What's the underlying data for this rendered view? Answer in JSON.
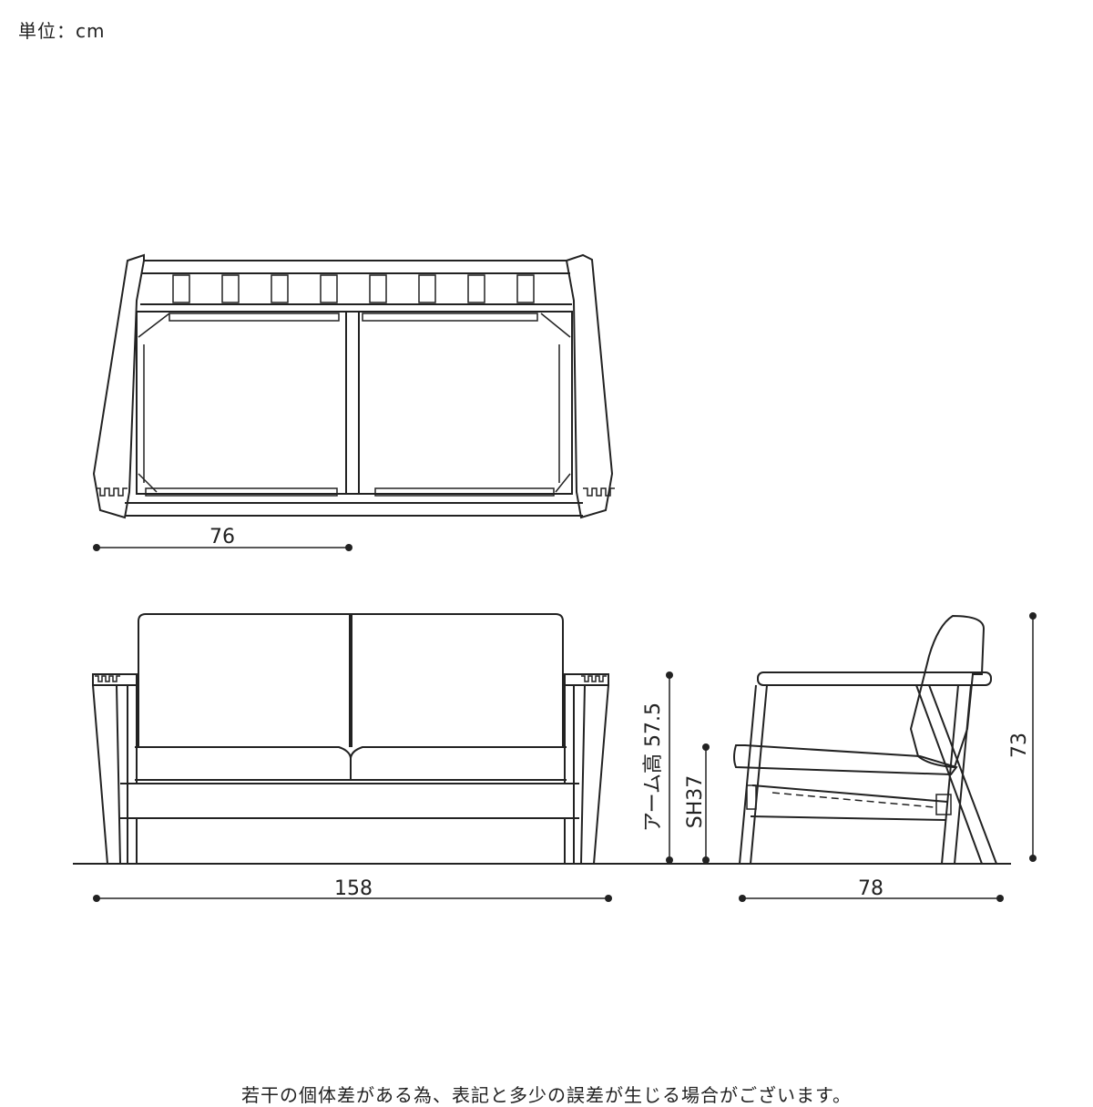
{
  "unit_label": "単位：cm",
  "dimensions": {
    "top_width": "76",
    "front_width": "158",
    "arm_height": "アーム高 57.5",
    "seat_height": "SH37",
    "total_height": "73",
    "side_depth": "78"
  },
  "note": "若干の個体差がある為、表記と多少の誤差が生じる場合がございます。"
}
